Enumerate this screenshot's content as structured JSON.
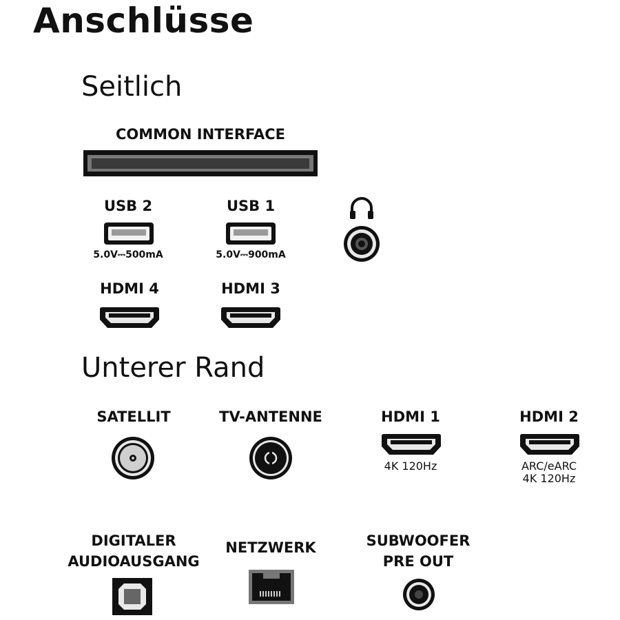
{
  "title": "Anschlüsse",
  "sections": {
    "side": {
      "heading": "Seitlich",
      "common_interface": {
        "label": "COMMON INTERFACE",
        "icon": "ci-slot-icon"
      },
      "usb2": {
        "label": "USB 2",
        "spec": "5.0V⎓500mA",
        "icon": "usb-port-icon"
      },
      "usb1": {
        "label": "USB 1",
        "spec": "5.0V⎓900mA",
        "icon": "usb-port-icon"
      },
      "headphone": {
        "icon": "headphone-icon"
      },
      "hdmi4": {
        "label": "HDMI 4",
        "icon": "hdmi-port-icon"
      },
      "hdmi3": {
        "label": "HDMI 3",
        "icon": "hdmi-port-icon"
      }
    },
    "bottom": {
      "heading": "Unterer Rand",
      "satellite": {
        "label": "SATELLIT",
        "icon": "satellite-connector-icon"
      },
      "antenna": {
        "label": "TV-ANTENNE",
        "icon": "antenna-connector-icon"
      },
      "hdmi1": {
        "label": "HDMI 1",
        "spec": "4K 120Hz",
        "icon": "hdmi-port-icon"
      },
      "hdmi2": {
        "label": "HDMI 2",
        "spec_line1": "ARC/eARC",
        "spec_line2": "4K 120Hz",
        "icon": "hdmi-port-icon"
      },
      "optical": {
        "label_line1": "DIGITALER",
        "label_line2": "AUDIOAUSGANG",
        "icon": "optical-port-icon"
      },
      "network": {
        "label": "NETZWERK",
        "icon": "ethernet-port-icon"
      },
      "subwoofer": {
        "label_line1": "SUBWOOFER",
        "label_line2": "PRE OUT",
        "icon": "audio-jack-icon"
      }
    }
  },
  "colors": {
    "port_dark": "#111111",
    "port_light": "#e8e8e8",
    "text": "#111111"
  }
}
